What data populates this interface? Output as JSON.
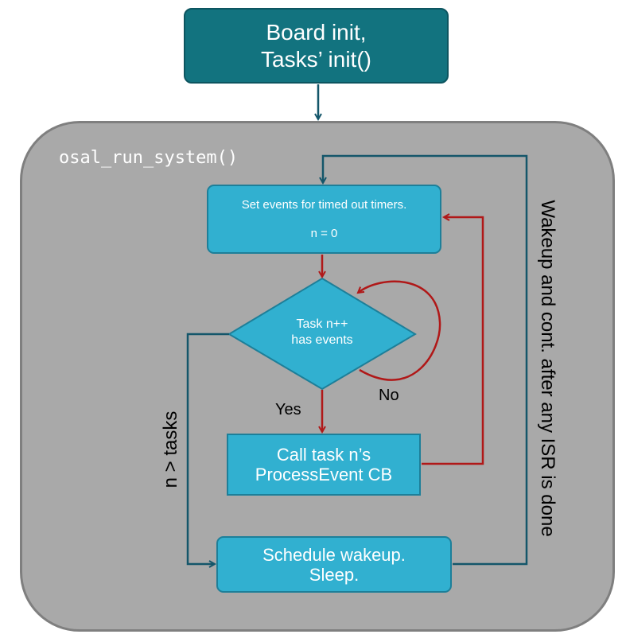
{
  "init_box": {
    "line1": "Board init,",
    "line2": "Tasks’ init()"
  },
  "system": {
    "label": "osal_run_system()"
  },
  "set_events_box": {
    "line1": "Set events for timed out timers.",
    "line2": "n = 0"
  },
  "decision": {
    "line1": "Task n++",
    "line2": "has events"
  },
  "call_box": {
    "line1": "Call task n’s",
    "line2": "ProcessEvent CB"
  },
  "schedule_box": {
    "line1": "Schedule wakeup.",
    "line2": "Sleep."
  },
  "labels": {
    "yes": "Yes",
    "no": "No",
    "n_gt_tasks": "n > tasks",
    "wakeup": "Wakeup and cont. after any ISR is done"
  },
  "colors": {
    "init_fill": "#12737f",
    "panel_fill": "#a9a9a9",
    "node_fill": "#31b0d0",
    "teal_arrow": "#14566a",
    "red_arrow": "#b01818"
  }
}
